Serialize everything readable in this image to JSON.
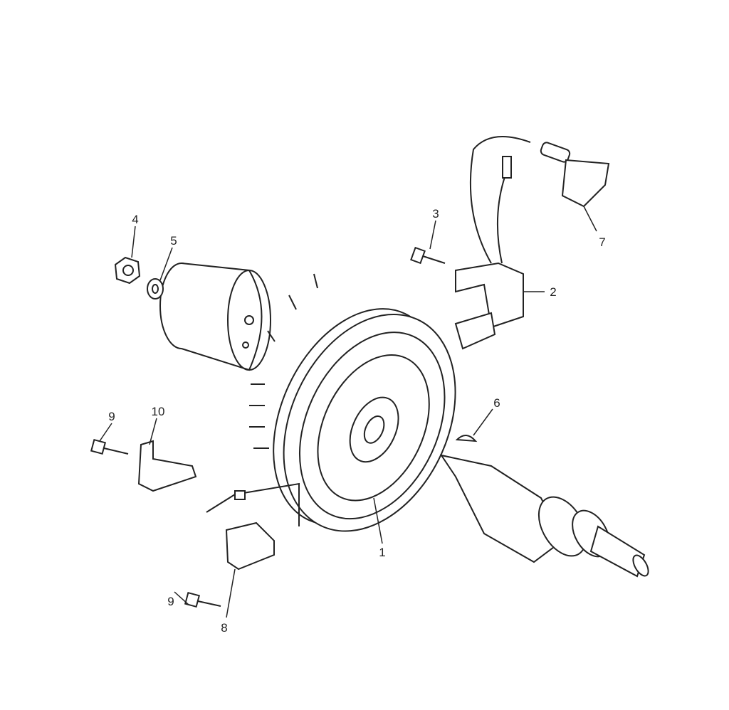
{
  "diagram": {
    "title": "",
    "callouts": [
      {
        "id": "1",
        "label": "1"
      },
      {
        "id": "2",
        "label": "2"
      },
      {
        "id": "3",
        "label": "3"
      },
      {
        "id": "4",
        "label": "4"
      },
      {
        "id": "5",
        "label": "5"
      },
      {
        "id": "6",
        "label": "6"
      },
      {
        "id": "7",
        "label": "7"
      },
      {
        "id": "8",
        "label": "8"
      },
      {
        "id": "9a",
        "label": "9"
      },
      {
        "id": "9b",
        "label": "9"
      },
      {
        "id": "10",
        "label": "10"
      }
    ]
  }
}
